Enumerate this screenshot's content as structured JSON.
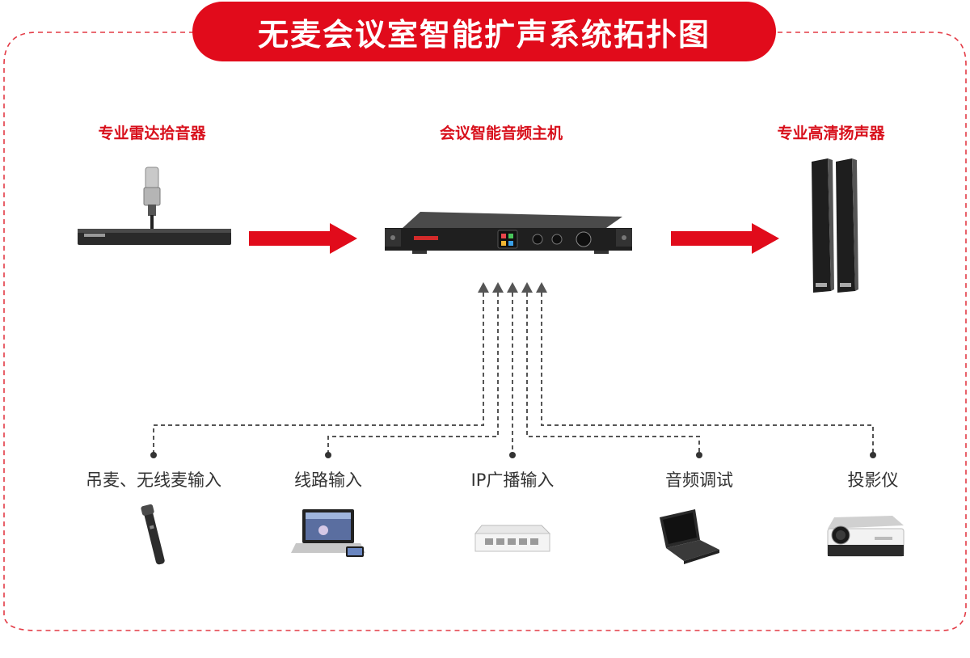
{
  "title": "无麦会议室智能扩声系统拓扑图",
  "colors": {
    "accent": "#e10b1b",
    "dashed": "#555555",
    "frame_dash": "#e33a45"
  },
  "top_devices": [
    {
      "label": "专业雷达拾音器",
      "icon": "radar-pickup-icon"
    },
    {
      "label": "会议智能音频主机",
      "icon": "audio-host-icon"
    },
    {
      "label": "专业高清扬声器",
      "icon": "column-speaker-icon"
    }
  ],
  "inputs": [
    {
      "label": "吊麦、无线麦输入",
      "icon": "wireless-mic-icon"
    },
    {
      "label": "线路输入",
      "icon": "laptop-phone-icon"
    },
    {
      "label": "IP广播输入",
      "icon": "network-switch-icon"
    },
    {
      "label": "音频调试",
      "icon": "laptop-icon"
    },
    {
      "label": "投影仪",
      "icon": "projector-icon"
    }
  ]
}
